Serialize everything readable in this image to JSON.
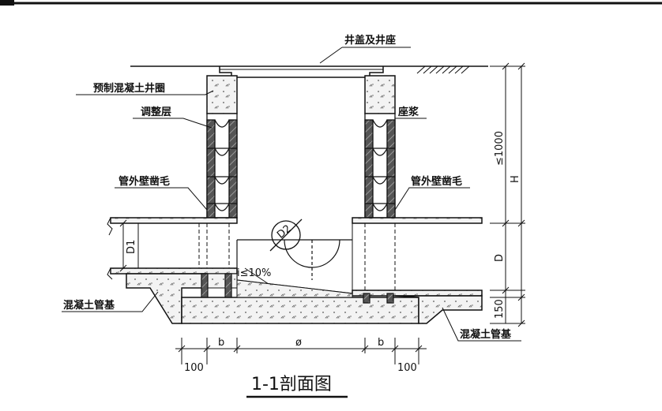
{
  "labels": {
    "cover": "井盖及井座",
    "ring": "预制混凝土井圈",
    "adjust": "调整层",
    "mortar": "座浆",
    "rough_left": "管外壁凿毛",
    "rough_right": "管外壁凿毛",
    "base_left": "混凝土管基",
    "base_right": "混凝土管基"
  },
  "dims": {
    "d1": "D1",
    "d2": "D2",
    "slope": "i≤10%",
    "max_depth": "≤1000",
    "h": "H",
    "d": "D",
    "base_thk": "150",
    "b_left": "b",
    "phi": "ø",
    "b_right": "b",
    "w_left": "100",
    "w_right": "100"
  },
  "title": "1-1剖面图"
}
